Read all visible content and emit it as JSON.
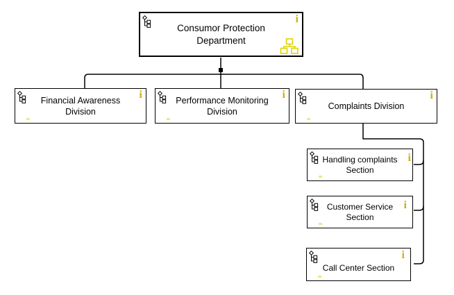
{
  "diagram": {
    "type": "org-chart",
    "nodes": {
      "root": {
        "line1": "Consumor Protection",
        "line2": "Department"
      },
      "financial": {
        "line1": "Financial Awareness",
        "line2": "Division"
      },
      "performance": {
        "line1": "Performance Monitoring",
        "line2": "Division"
      },
      "complaints": {
        "line1": "Complaints Division",
        "line2": ""
      },
      "handling": {
        "line1": "Handling complaints",
        "line2": "Section"
      },
      "customer": {
        "line1": "Customer Service",
        "line2": "Section"
      },
      "callcenter": {
        "line1": "Call Center Section",
        "line2": ""
      }
    },
    "hierarchy": {
      "root": [
        "financial",
        "performance",
        "complaints"
      ],
      "complaints": [
        "handling",
        "customer",
        "callcenter"
      ]
    },
    "icons": {
      "info_label": "i",
      "info_color": "#D4B000",
      "assignment_color": "#E0D400",
      "org_unit_glyph_color": "#000000",
      "marker_color": "#F0E87E"
    },
    "connector_color": "#000000",
    "background_color": "#ffffff"
  }
}
